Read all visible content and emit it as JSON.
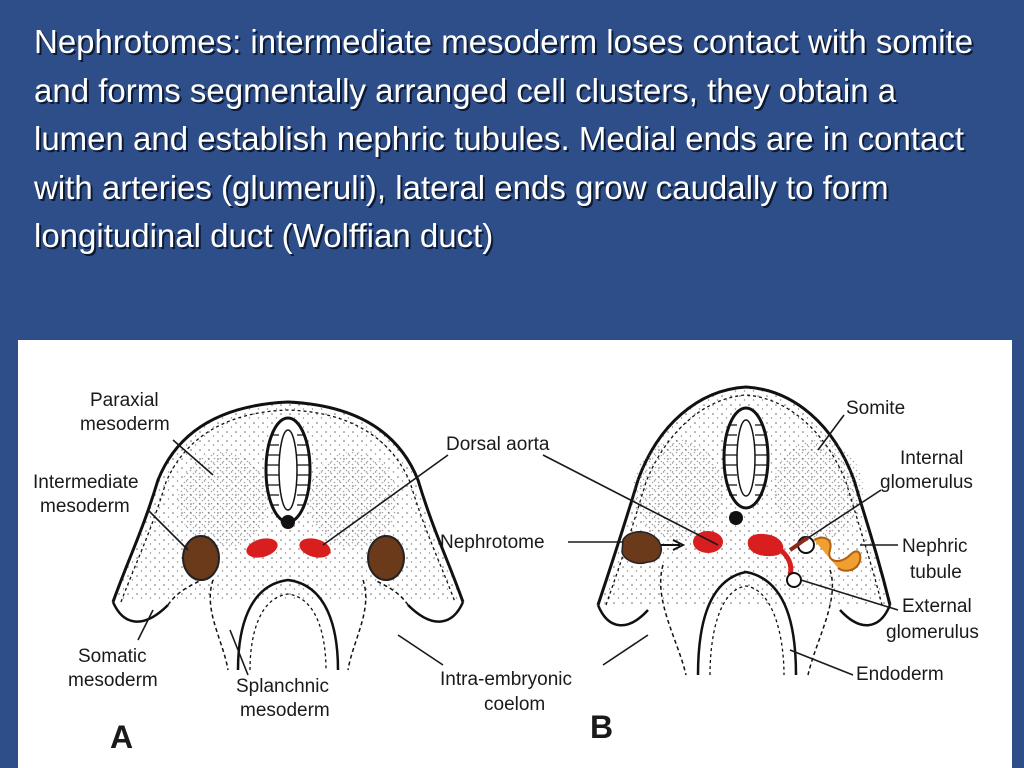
{
  "slide": {
    "body_text": "Nephrotomes: intermediate mesoderm loses contact with somite and forms segmentally arranged cell clusters, they obtain a lumen and establish nephric tubules. Medial ends are in contact with arteries (glumeruli), lateral ends grow caudally to form longitudinal duct (Wolffian duct)"
  },
  "figure": {
    "panel_a": {
      "letter": "A",
      "labels": {
        "paraxial_1": "Paraxial",
        "paraxial_2": "mesoderm",
        "intermediate_1": "Intermediate",
        "intermediate_2": "mesoderm",
        "somatic_1": "Somatic",
        "somatic_2": "mesoderm",
        "splanchnic_1": "Splanchnic",
        "splanchnic_2": "mesoderm"
      }
    },
    "shared_labels": {
      "dorsal_aorta": "Dorsal aorta",
      "nephrotome": "Nephrotome",
      "coelom_1": "Intra-embryonic",
      "coelom_2": "coelom"
    },
    "panel_b": {
      "letter": "B",
      "labels": {
        "somite": "Somite",
        "internal_1": "Internal",
        "internal_2": "glomerulus",
        "nephric_1": "Nephric",
        "nephric_2": "tubule",
        "external_1": "External",
        "external_2": "glomerulus",
        "endoderm": "Endoderm"
      }
    },
    "colors": {
      "background": "#2E4E8A",
      "aorta_red": "#D81E1E",
      "nephrotome_brown": "#6B3A1A",
      "tubule_orange": "#F0A030"
    }
  }
}
